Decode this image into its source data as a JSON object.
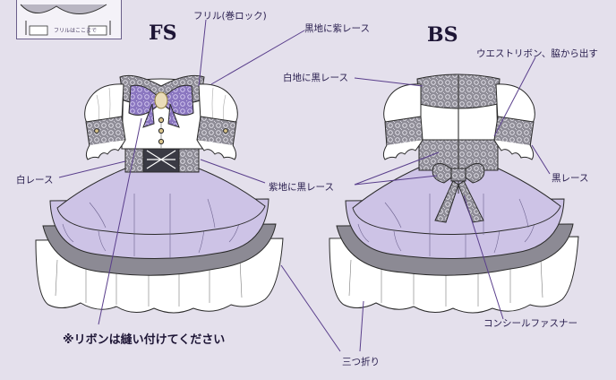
{
  "titles": {
    "front": "FS",
    "back": "BS"
  },
  "labels": {
    "frill_rolled": "フリル(巻ロック)",
    "black_purple_lace": "黒地に紫レース",
    "white_black_lace": "白地に黒レース",
    "waist_ribbon": "ウエストリボン、脇から出す",
    "white_lace": "白レース",
    "purple_black_lace": "紫地に黒レース",
    "black_lace": "黒レース",
    "concealed_zipper": "コンシールファスナー",
    "triple_fold": "三つ折り"
  },
  "note": "※リボンは縫い付けてください",
  "inset_label": "フリルはここまで",
  "colors": {
    "background": "#e4e0ec",
    "lavender": "#cdc3e6",
    "dark_purple": "#8a76c0",
    "grey_band": "#8c8a94",
    "lace_grey": "#8e8c96",
    "white": "#ffffff",
    "outline": "#2a2a2a",
    "leader": "#5a3f8c"
  }
}
